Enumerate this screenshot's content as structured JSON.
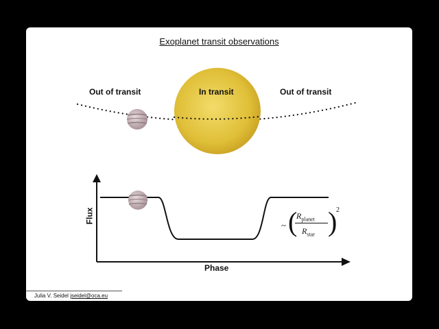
{
  "slide": {
    "title": "Exoplanet transit observations",
    "labels": {
      "left": "Out of transit",
      "center": "In transit",
      "right": "Out of transit"
    },
    "lightcurve": {
      "y_axis": "Flux",
      "x_axis": "Phase",
      "formula": {
        "prefix": "~",
        "numerator_symbol": "R",
        "numerator_sub": "planet",
        "denominator_symbol": "R",
        "denominator_sub": "star",
        "exponent": "2"
      }
    },
    "footer": {
      "author": "Julia V. Seidel",
      "email": "jseidel@oca.eu"
    },
    "colors": {
      "star": "#e2c23a",
      "star_edge": "#b89320",
      "planet": "#cdbcc0",
      "background": "#000000"
    }
  }
}
